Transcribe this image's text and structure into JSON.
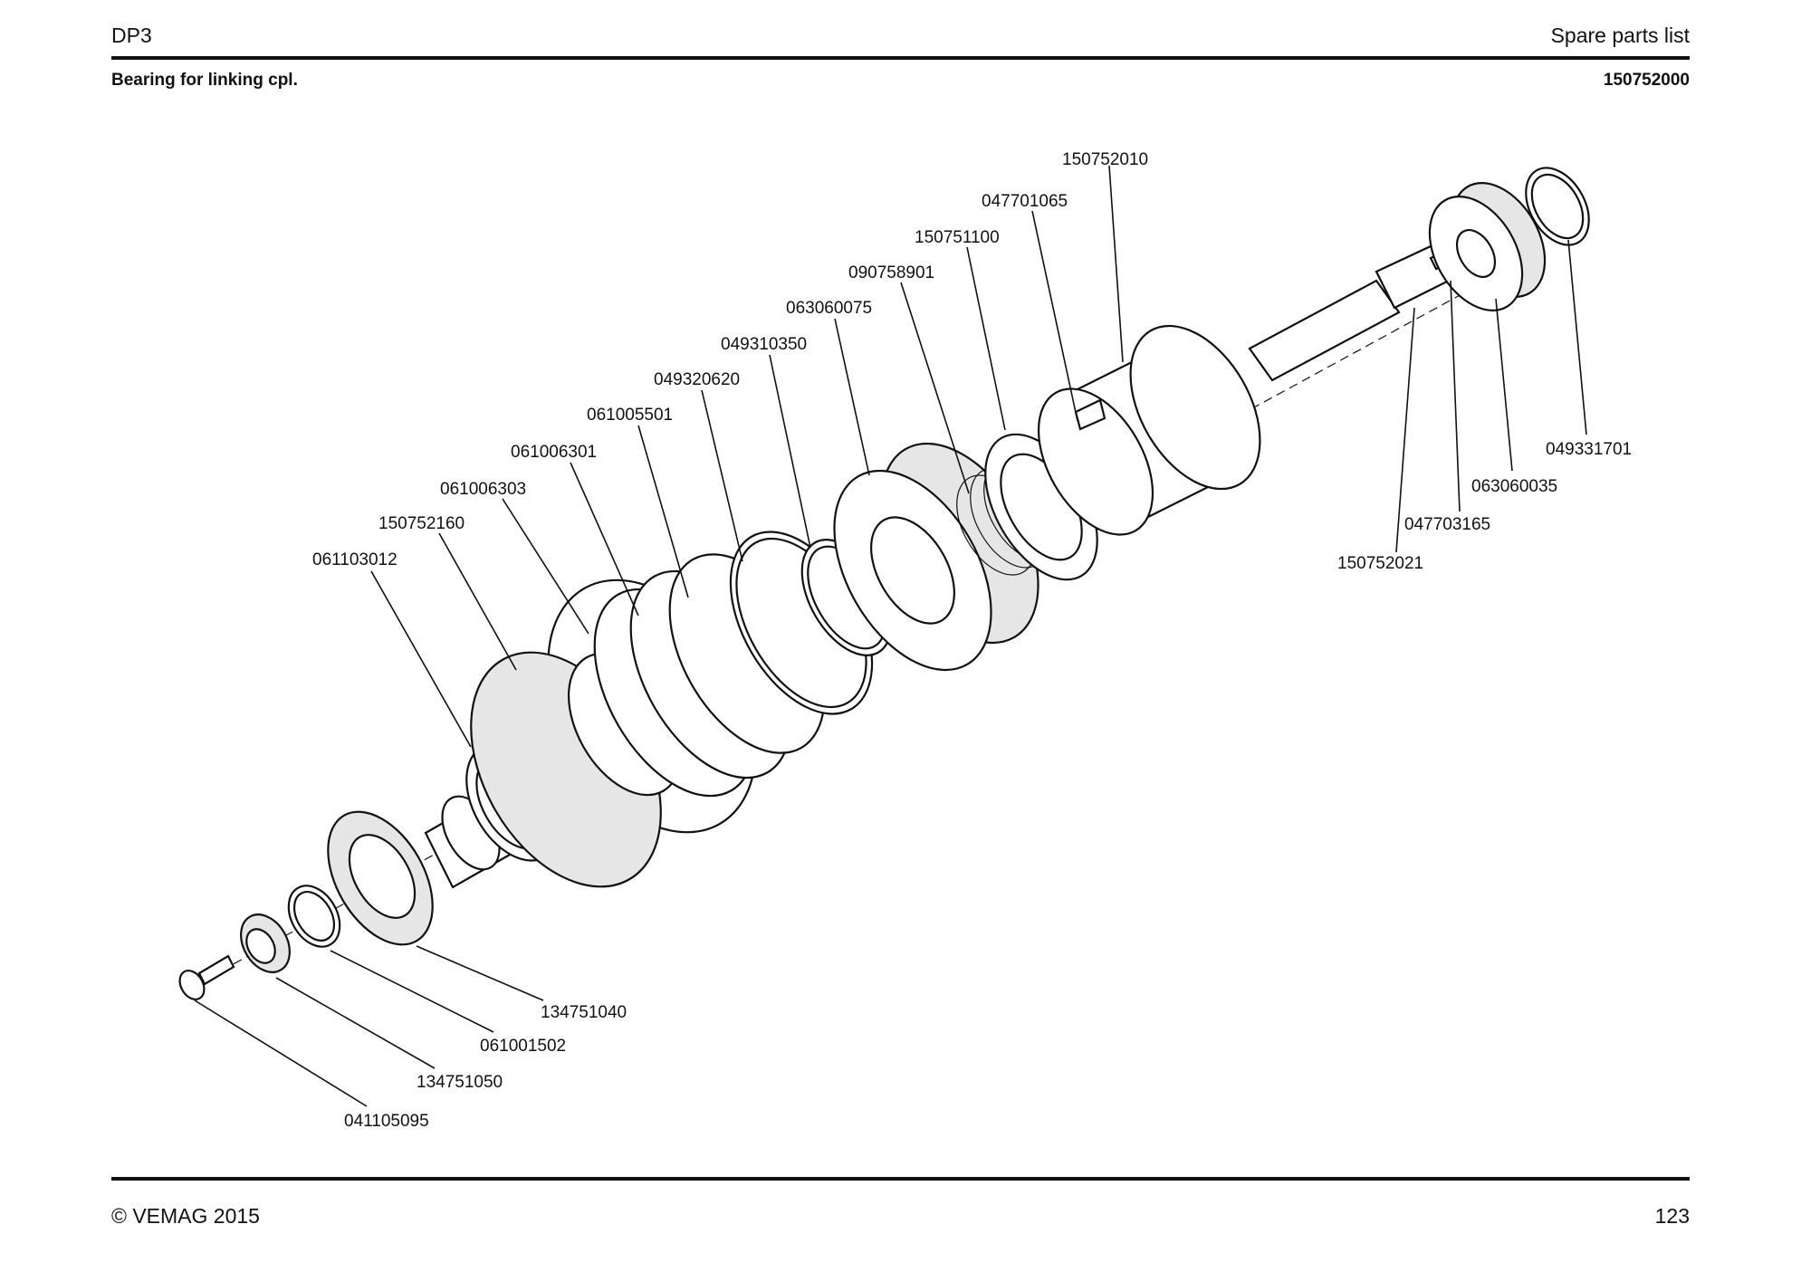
{
  "header": {
    "product": "DP3",
    "document_type": "Spare parts list"
  },
  "assembly": {
    "title": "Bearing for linking cpl.",
    "number": "150752000"
  },
  "parts": [
    "150752010",
    "047701065",
    "150751100",
    "090758901",
    "063060075",
    "049310350",
    "049320620",
    "061005501",
    "061006301",
    "061006303",
    "150752160",
    "061103012",
    "049331701",
    "063060035",
    "047703165",
    "150752021",
    "134751040",
    "061001502",
    "134751050",
    "041105095"
  ],
  "footer": {
    "copyright": "© VEMAG 2015",
    "page": "123"
  }
}
